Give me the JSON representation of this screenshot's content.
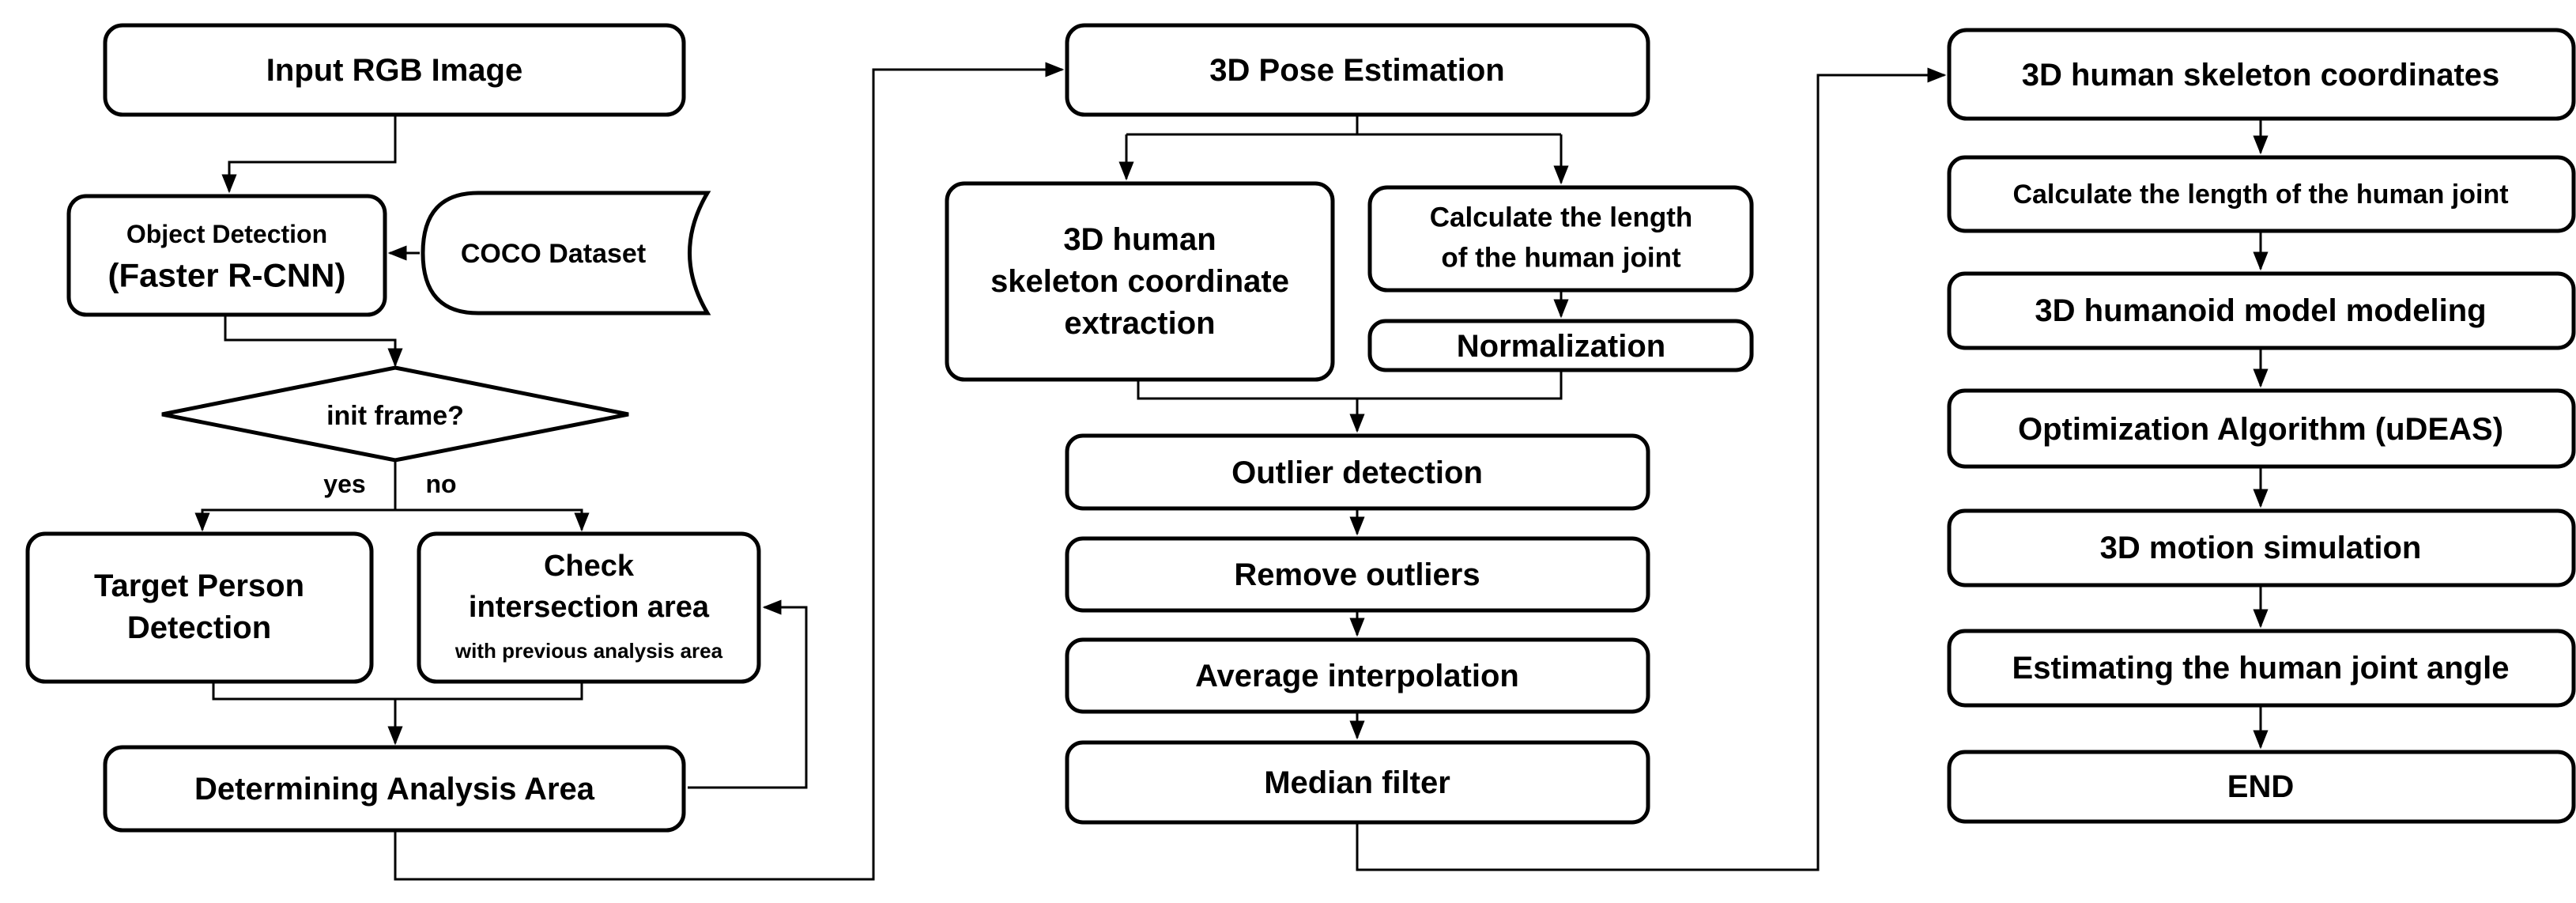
{
  "colors": {
    "stroke": "#000000",
    "fill": "#ffffff"
  },
  "nodes": {
    "input_rgb": "Input RGB Image",
    "object_detection_1": "Object Detection",
    "object_detection_2": "(Faster R-CNN)",
    "coco_dataset": "COCO Dataset",
    "init_frame": "init frame?",
    "yes": "yes",
    "no": "no",
    "target_person_1": "Target Person",
    "target_person_2": "Detection",
    "check_1": "Check",
    "check_2": "intersection area",
    "check_3": "with previous analysis area",
    "determining_area": "Determining Analysis Area",
    "pose_estimation": "3D Pose Estimation",
    "skel_extract_1": "3D human",
    "skel_extract_2": "skeleton coordinate",
    "skel_extract_3": "extraction",
    "calc_len_1": "Calculate the length",
    "calc_len_2": "of the human joint",
    "normalization": "Normalization",
    "outlier_detection": "Outlier detection",
    "remove_outliers": "Remove outliers",
    "average_interp": "Average interpolation",
    "median_filter": "Median filter",
    "skeleton_coords": "3D human skeleton coordinates",
    "calc_len_joint": "Calculate the length of the human joint",
    "humanoid_model": "3D humanoid model modeling",
    "optimization": "Optimization Algorithm (uDEAS)",
    "motion_sim": "3D motion simulation",
    "estimating_angle": "Estimating the human joint angle",
    "end": "END"
  }
}
